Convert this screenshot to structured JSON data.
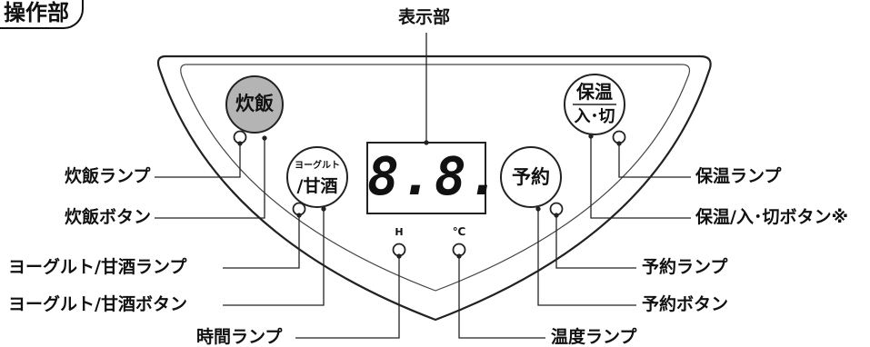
{
  "heading": "操作部",
  "display_label": "表示部",
  "display_digits": "8.8.",
  "buttons": {
    "rice": "炊飯",
    "yogurt_top": "ヨーグルト",
    "yogurt_bottom": "/甘酒",
    "timer": "予約",
    "keep_warm_top": "保温",
    "keep_warm_bottom": "入･切"
  },
  "indicators": {
    "hour": "H",
    "temp": "℃"
  },
  "callouts_left": {
    "rice_lamp": "炊飯ランプ",
    "rice_button": "炊飯ボタン",
    "yogurt_lamp": "ヨーグルト/甘酒ランプ",
    "yogurt_button": "ヨーグルト/甘酒ボタン",
    "time_lamp": "時間ランプ"
  },
  "callouts_right": {
    "keep_warm_lamp": "保温ランプ",
    "keep_warm_button": "保温/入･切ボタン※",
    "timer_lamp": "予約ランプ",
    "timer_button": "予約ボタン",
    "temp_lamp": "温度ランプ"
  },
  "colors": {
    "panel": "#ffffff",
    "rice_button_fill": "#b4b4b4",
    "line": "#222222"
  }
}
